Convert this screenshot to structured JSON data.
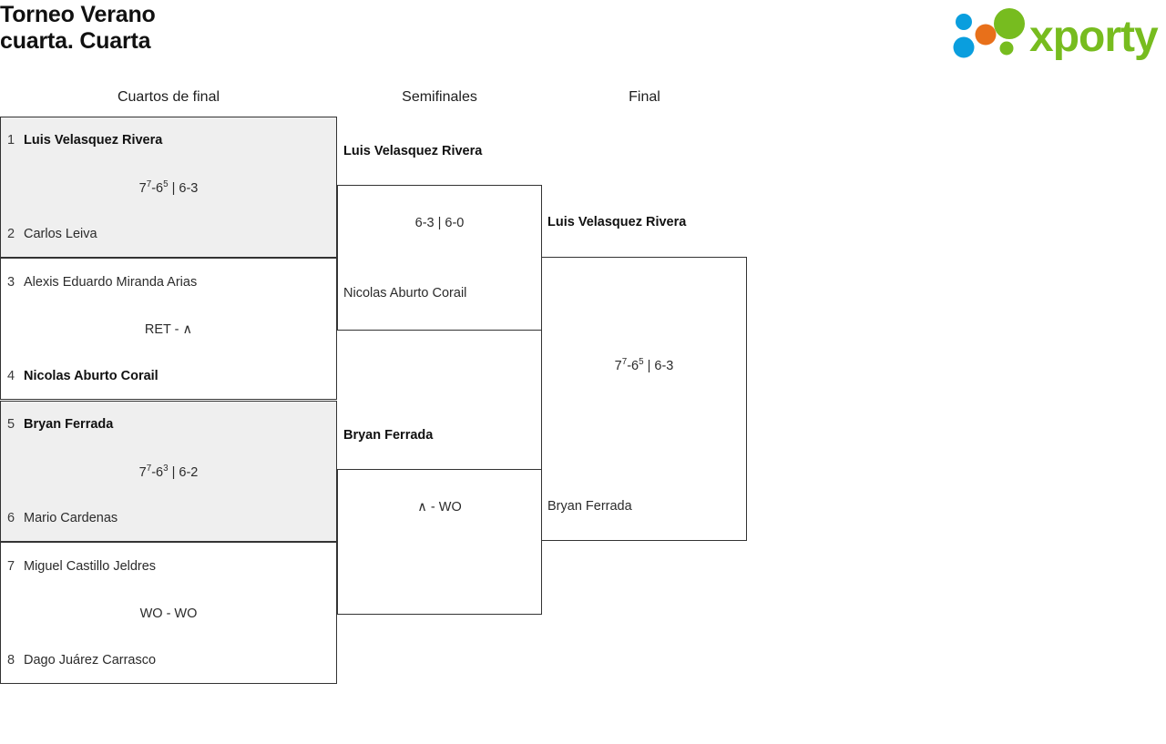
{
  "header": {
    "tournament_name": "Torneo Verano",
    "category": "cuarta. Cuarta",
    "title_block": "Torneo Verano\ncuarta. Cuarta",
    "logo_text": "xporty",
    "logo_colors": {
      "green": "#77bc1f",
      "orange": "#e8701a",
      "blue": "#0a9ede"
    }
  },
  "columns": {
    "quarterfinals": "Cuartos de final",
    "semifinals": "Semifinales",
    "final": "Final"
  },
  "rounds": {
    "quarterfinals": [
      {
        "shaded": true,
        "top": {
          "seed": "1",
          "name": "Luis Velasquez Rivera",
          "winner": true
        },
        "bottom": {
          "seed": "2",
          "name": "Carlos Leiva",
          "winner": false
        },
        "score_html": "7<sup>7</sup>-6<sup>5</sup> | 6-3",
        "score_text": "7(7)-6(5) | 6-3"
      },
      {
        "shaded": false,
        "top": {
          "seed": "3",
          "name": "Alexis Eduardo Miranda Arias",
          "winner": false
        },
        "bottom": {
          "seed": "4",
          "name": "Nicolas Aburto Corail",
          "winner": true
        },
        "score_html": "RET - &#8743;",
        "score_text": "RET - ∧"
      },
      {
        "shaded": true,
        "top": {
          "seed": "5",
          "name": "Bryan Ferrada",
          "winner": true
        },
        "bottom": {
          "seed": "6",
          "name": "Mario Cardenas",
          "winner": false
        },
        "score_html": "7<sup>7</sup>-6<sup>3</sup> | 6-2",
        "score_text": "7(7)-6(3) | 6-2"
      },
      {
        "shaded": false,
        "top": {
          "seed": "7",
          "name": "Miguel Castillo Jeldres",
          "winner": false
        },
        "bottom": {
          "seed": "8",
          "name": "Dago Juárez Carrasco",
          "winner": false
        },
        "score_html": "WO - WO",
        "score_text": "WO - WO"
      }
    ],
    "semifinals": [
      {
        "top": {
          "name": "Luis Velasquez Rivera",
          "winner": true
        },
        "bottom": {
          "name": "Nicolas Aburto Corail",
          "winner": false
        },
        "score_html": "6-3 | 6-0",
        "score_text": "6-3 | 6-0"
      },
      {
        "top": {
          "name": "Bryan Ferrada",
          "winner": true
        },
        "bottom": {
          "name": "",
          "winner": false
        },
        "score_html": "&#8743; - WO",
        "score_text": "∧ - WO"
      }
    ],
    "final": [
      {
        "top": {
          "name": "Luis Velasquez Rivera",
          "winner": true
        },
        "bottom": {
          "name": "Bryan Ferrada",
          "winner": false
        },
        "score_html": "7<sup>7</sup>-6<sup>5</sup> | 6-3",
        "score_text": "7(7)-6(5) | 6-3"
      }
    ]
  }
}
